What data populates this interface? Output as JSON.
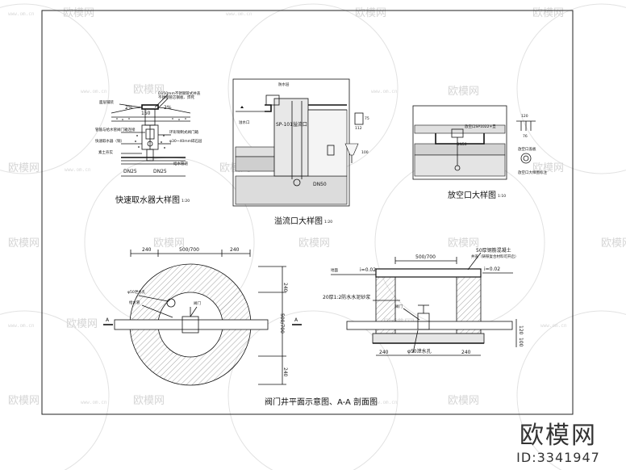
{
  "watermark": {
    "text": "欧模网",
    "site": "www.om.cn"
  },
  "brand": {
    "name": "欧模网",
    "id": "ID:3341947"
  },
  "detail1": {
    "title": "快速取水器大样图",
    "scale": "1:20",
    "labels": {
      "slope_left": "2%",
      "slope_right": "2%",
      "width": "150",
      "pipe_note": "D150mm不锈钢管式井盖",
      "pipe_note2": "不锈钢管芯钢板、焊死",
      "paving": "面层铺装",
      "joint": "管箍与给水管阀门箱连接",
      "body": "快速取水器（铜）",
      "valve": "环形铜制式阀门箱",
      "spacing": "φ30~40mm碎石层",
      "pipe": "给水管道",
      "base": "素土夯实",
      "dn_left": "DN25",
      "dn_right": "DN25"
    }
  },
  "detail2": {
    "title": "溢流口大样图",
    "scale": "1:20",
    "labels": {
      "sp": "SP-101溢流口",
      "dn": "DN50",
      "top": "防水层",
      "overflow": "溢水口",
      "d112": "112",
      "d75": "75",
      "d100": "100"
    }
  },
  "detail3": {
    "title": "放空口大样图",
    "scale": "1:10",
    "labels": {
      "sp": "放空口SP1022+旦",
      "dn": "DN50",
      "w120": "120",
      "w76": "76",
      "note1": "放空口盖板",
      "note2": "放空口大样图标注"
    }
  },
  "detail4": {
    "title": "阀门井平面示意图、A-A 剖面图",
    "plan": {
      "dims_top": [
        "240",
        "500/700",
        "240"
      ],
      "dims_right": [
        "240",
        "500/700",
        "240"
      ],
      "drain": "φ50泄水孔",
      "pipe": "给水管",
      "valve": "阀门",
      "section_mark": "A"
    },
    "section": {
      "w_top": "500/700",
      "cover": "50厚钢筋混凝土",
      "cover2": "井盖（铸铁复合材料可开启）",
      "ground": "地面",
      "slope": "i=0.02",
      "sand": "20厚1:2防水水泥砂浆",
      "valve": "阀门",
      "base_dims": [
        "240",
        "240"
      ],
      "drain": "φ50泄水孔",
      "right_dims": [
        "120",
        "100"
      ]
    }
  }
}
